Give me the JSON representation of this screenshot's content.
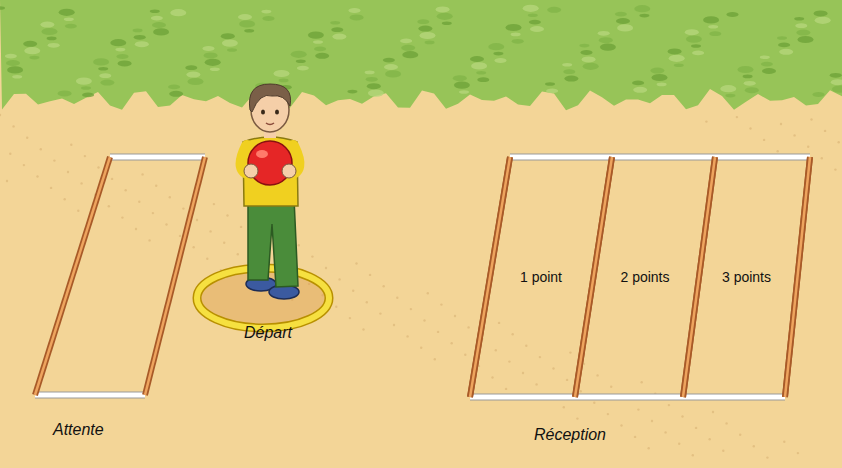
{
  "diagram": {
    "nodes": [
      {
        "text": [
          "Attente"
        ]
      },
      {
        "text": [
          "Départ"
        ]
      },
      {
        "text": [
          "Réception"
        ]
      },
      {
        "text": [
          "1 point"
        ],
        "in": 2
      },
      {
        "text": [
          "2 points"
        ],
        "in": 2
      },
      {
        "text": [
          "3 points"
        ],
        "in": 2
      }
    ]
  }
}
